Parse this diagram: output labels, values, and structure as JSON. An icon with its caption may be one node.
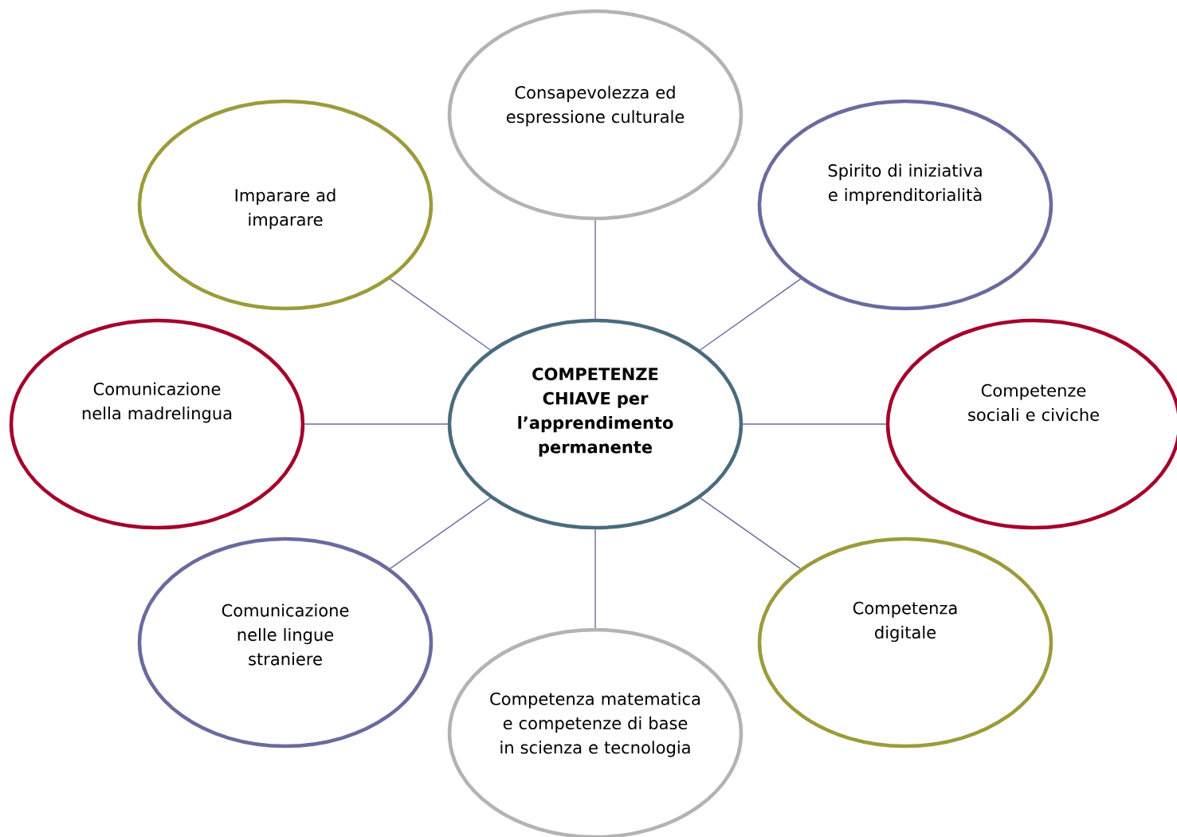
{
  "diagram": {
    "nodes": [
      {
        "text": [
          "Consapevolezza ed espressione culturale"
        ]
      },
      {
        "text": [
          "Imparare ad imparare"
        ]
      },
      {
        "text": [
          "Spirito di iniziativa e imprenditorialità"
        ]
      },
      {
        "text": [
          "COMPETENZE CHIAVE per l’apprendimento permanente"
        ]
      },
      {
        "text": [
          "Comunicazione nella madrelingua"
        ]
      },
      {
        "text": [
          "Competenze sociali e civiche"
        ]
      },
      {
        "text": [
          "Comunicazione nelle lingue straniere"
        ]
      },
      {
        "text": [
          "Competenza digitale"
        ]
      },
      {
        "text": [
          "Competenza matematica e competenze di base in scienza e tecnologia"
        ]
      }
    ],
    "edges": [
      {
        "from": 3,
        "to": 0,
        "arrow": "none"
      },
      {
        "from": 3,
        "to": 2,
        "arrow": "none"
      },
      {
        "from": 3,
        "to": 5,
        "arrow": "none"
      },
      {
        "from": 3,
        "to": 7,
        "arrow": "none"
      },
      {
        "from": 3,
        "to": 8,
        "arrow": "none"
      },
      {
        "from": 3,
        "to": 6,
        "arrow": "none"
      },
      {
        "from": 3,
        "to": 4,
        "arrow": "none"
      },
      {
        "from": 3,
        "to": 1,
        "arrow": "none"
      }
    ]
  }
}
